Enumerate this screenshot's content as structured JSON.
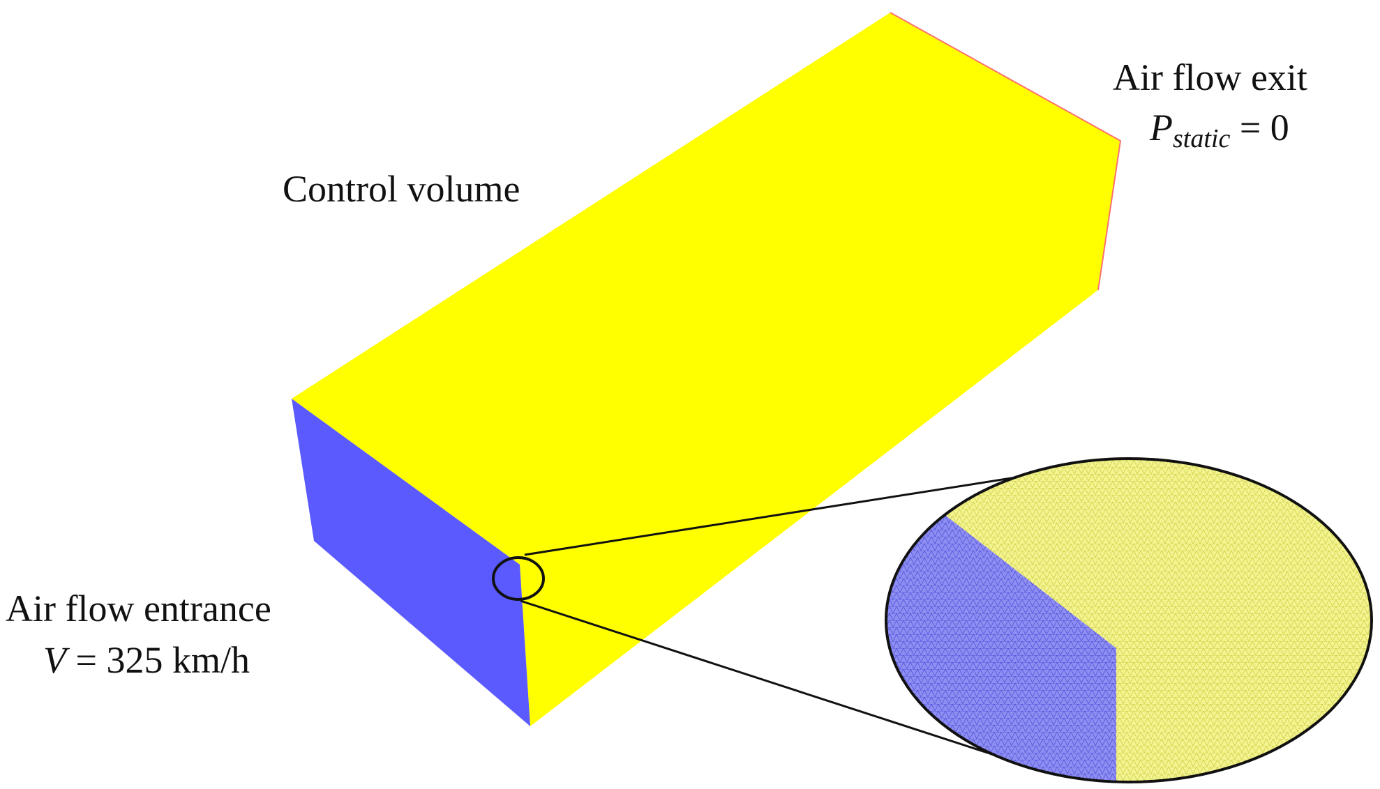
{
  "labels": {
    "control_volume": "Control volume",
    "exit": {
      "title": "Air flow exit",
      "eq_symbol": "P",
      "eq_subscript": "static",
      "eq_rest": " = 0"
    },
    "entrance": {
      "title": "Air flow entrance",
      "eq_symbol": "V",
      "eq_rest": " = 325 km/h"
    }
  },
  "colors": {
    "top_face": "#ffff00",
    "inlet_face": "#5a5aff",
    "outlet_edge": "#ff6a6a",
    "mesh_yellow": "#f2f28a",
    "mesh_blue": "#8c8cf0",
    "mesh_line_yellow": "#c9c93a",
    "mesh_line_blue": "#4a4ad8",
    "outline": "#111111"
  }
}
